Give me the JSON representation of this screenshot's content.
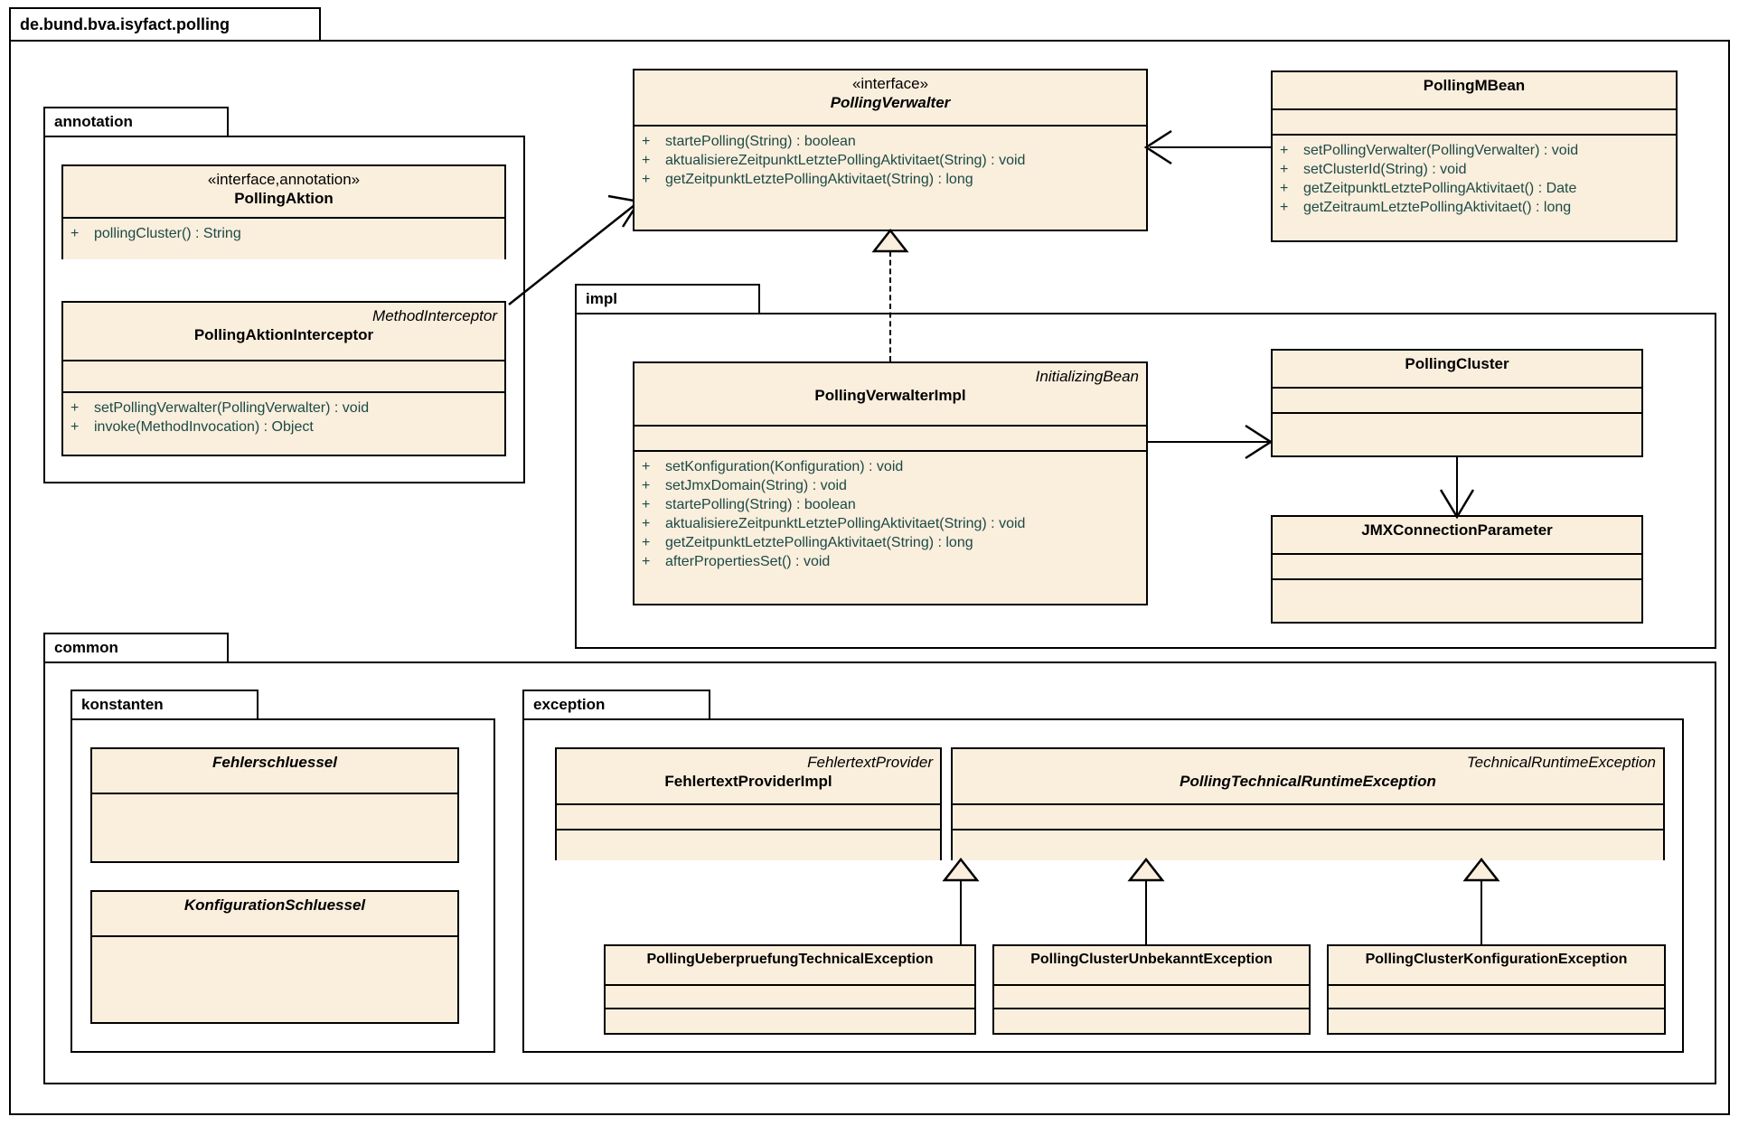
{
  "diagram": {
    "type": "uml-class-diagram",
    "root_package": "de.bund.bva.isyfact.polling"
  },
  "packages": {
    "root": {
      "label": "de.bund.bva.isyfact.polling"
    },
    "annotation": {
      "label": "annotation"
    },
    "impl": {
      "label": "impl"
    },
    "common": {
      "label": "common"
    },
    "konstanten": {
      "label": "konstanten"
    },
    "exception": {
      "label": "exception"
    }
  },
  "classes": {
    "polling_aktion": {
      "stereotype": "«interface,annotation»",
      "name": "PollingAktion",
      "methods": [
        {
          "visibility": "+",
          "signature": "pollingCluster() : String"
        }
      ]
    },
    "polling_aktion_interceptor": {
      "supertype": "MethodInterceptor",
      "name": "PollingAktionInterceptor",
      "methods": [
        {
          "visibility": "+",
          "signature": "setPollingVerwalter(PollingVerwalter) : void"
        },
        {
          "visibility": "+",
          "signature": "invoke(MethodInvocation) : Object"
        }
      ]
    },
    "polling_verwalter": {
      "stereotype": "«interface»",
      "name": "PollingVerwalter",
      "methods": [
        {
          "visibility": "+",
          "signature": "startePolling(String) : boolean"
        },
        {
          "visibility": "+",
          "signature": "aktualisiereZeitpunktLetztePollingAktivitaet(String) : void"
        },
        {
          "visibility": "+",
          "signature": "getZeitpunktLetztePollingAktivitaet(String) : long"
        }
      ]
    },
    "polling_mbean": {
      "name": "PollingMBean",
      "methods": [
        {
          "visibility": "+",
          "signature": "setPollingVerwalter(PollingVerwalter) : void"
        },
        {
          "visibility": "+",
          "signature": "setClusterId(String) : void"
        },
        {
          "visibility": "+",
          "signature": "getZeitpunktLetztePollingAktivitaet() : Date"
        },
        {
          "visibility": "+",
          "signature": "getZeitraumLetztePollingAktivitaet() : long"
        }
      ]
    },
    "polling_verwalter_impl": {
      "supertype": "InitializingBean",
      "name": "PollingVerwalterImpl",
      "methods": [
        {
          "visibility": "+",
          "signature": "setKonfiguration(Konfiguration) : void"
        },
        {
          "visibility": "+",
          "signature": "setJmxDomain(String) : void"
        },
        {
          "visibility": "+",
          "signature": "startePolling(String) : boolean"
        },
        {
          "visibility": "+",
          "signature": "aktualisiereZeitpunktLetztePollingAktivitaet(String) : void"
        },
        {
          "visibility": "+",
          "signature": "getZeitpunktLetztePollingAktivitaet(String) : long"
        },
        {
          "visibility": "+",
          "signature": "afterPropertiesSet() : void"
        }
      ]
    },
    "polling_cluster": {
      "name": "PollingCluster",
      "methods": []
    },
    "jmx_connection_parameter": {
      "name": "JMXConnectionParameter",
      "methods": []
    },
    "fehlerschluessel": {
      "name": "Fehlerschluessel",
      "abstract": true,
      "methods": []
    },
    "konfiguration_schluessel": {
      "name": "KonfigurationSchluessel",
      "abstract": true,
      "methods": []
    },
    "fehlertext_provider_impl": {
      "supertype": "FehlertextProvider",
      "name": "FehlertextProviderImpl",
      "methods": []
    },
    "polling_technical_runtime_exception": {
      "supertype": "TechnicalRuntimeException",
      "name": "PollingTechnicalRuntimeException",
      "abstract": true,
      "methods": []
    },
    "polling_ueberpruefung_technical_exception": {
      "name": "PollingUeberpruefungTechnicalException",
      "methods": []
    },
    "polling_cluster_unbekannt_exception": {
      "name": "PollingClusterUnbekanntException",
      "methods": []
    },
    "polling_cluster_konfiguration_exception": {
      "name": "PollingClusterKonfigurationException",
      "methods": []
    }
  },
  "relationships": [
    {
      "kind": "association",
      "from": "PollingAktionInterceptor",
      "to": "PollingVerwalter"
    },
    {
      "kind": "association",
      "from": "PollingMBean",
      "to": "PollingVerwalter"
    },
    {
      "kind": "realization",
      "from": "PollingVerwalterImpl",
      "to": "PollingVerwalter"
    },
    {
      "kind": "association",
      "from": "PollingVerwalterImpl",
      "to": "PollingCluster"
    },
    {
      "kind": "association",
      "from": "PollingCluster",
      "to": "JMXConnectionParameter"
    },
    {
      "kind": "generalization",
      "from": "PollingUeberpruefungTechnicalException",
      "to": "PollingTechnicalRuntimeException"
    },
    {
      "kind": "generalization",
      "from": "PollingClusterUnbekanntException",
      "to": "PollingTechnicalRuntimeException"
    },
    {
      "kind": "generalization",
      "from": "PollingClusterKonfigurationException",
      "to": "PollingTechnicalRuntimeException"
    }
  ],
  "colors": {
    "class_fill": "#faeedd",
    "line": "#000000",
    "member_text": "#1c4a45",
    "background": "#ffffff"
  }
}
